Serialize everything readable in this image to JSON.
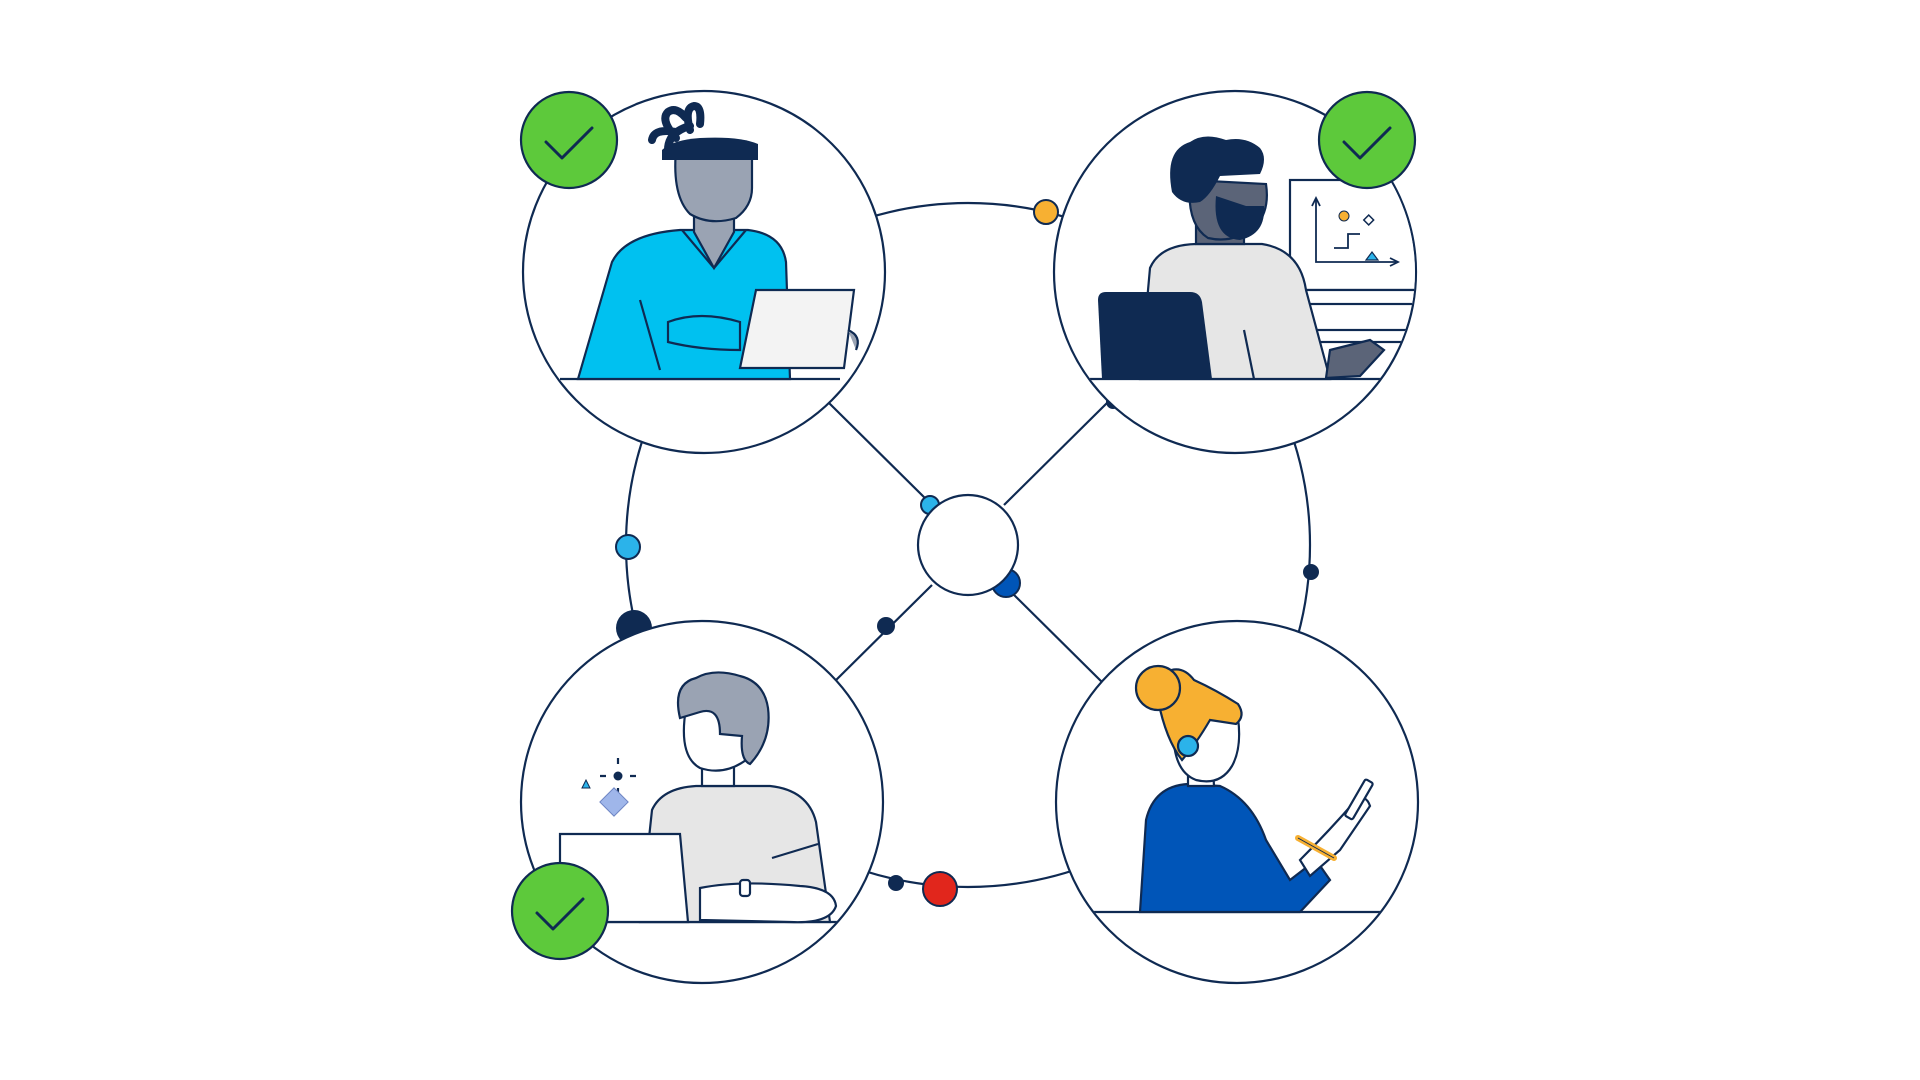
{
  "illustration": {
    "theme": "connected-remote-team",
    "colors": {
      "outline": "#0f2a52",
      "navy": "#0f2a52",
      "cyan": "#00c1f0",
      "sky": "#2bb3ea",
      "royal_blue": "#0055b8",
      "green_check": "#5dc93b",
      "orange": "#f7b032",
      "red": "#e1261c",
      "grey_light": "#e6e6e6",
      "grey_mid": "#9aa3b3",
      "grey_dark": "#5b6478",
      "lavender": "#9fb6ea"
    },
    "people": [
      {
        "position": "top-left",
        "device": "laptop",
        "checked": true
      },
      {
        "position": "top-right",
        "device": "laptop-and-monitor",
        "checked": true
      },
      {
        "position": "bottom-left",
        "device": "laptop",
        "checked": true
      },
      {
        "position": "bottom-right",
        "device": "phone",
        "checked": false
      }
    ],
    "status_icons": [
      "check-icon",
      "check-icon",
      "check-icon"
    ]
  }
}
